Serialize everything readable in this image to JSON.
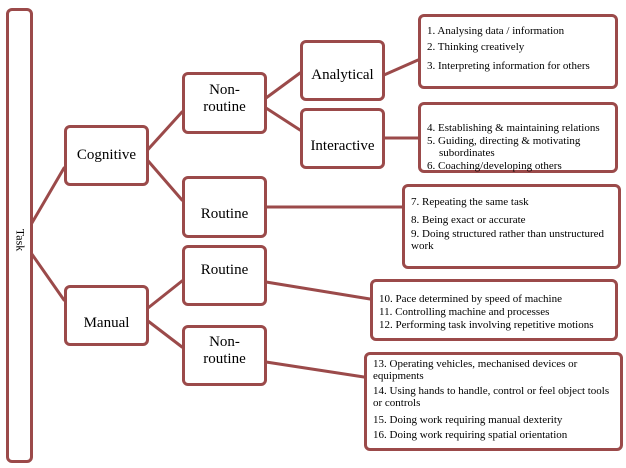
{
  "diagram": {
    "root": {
      "label": "Task"
    },
    "level1": {
      "cognitive": {
        "label": "Cognitive"
      },
      "manual": {
        "label": "Manual"
      }
    },
    "level2": {
      "cognitive_nonroutine": {
        "line1": "Non-",
        "line2": "routine"
      },
      "cognitive_routine": {
        "label": "Routine"
      },
      "manual_routine": {
        "label": "Routine"
      },
      "manual_nonroutine": {
        "line1": "Non-",
        "line2": "routine"
      }
    },
    "level3": {
      "analytical": {
        "label": "Analytical"
      },
      "interactive": {
        "label": "Interactive"
      }
    },
    "lists": {
      "analytical": [
        "1. Analysing data / information",
        "2. Thinking creatively",
        "3. Interpreting  information for others"
      ],
      "interactive": [
        "4. Establishing & maintaining  relations",
        "5.  Guiding, directing  & motivating",
        "subordinates",
        "6. Coaching/developing  others"
      ],
      "cognitive_routine": [
        "7. Repeating  the same task",
        "8. Being exact or accurate",
        "9. Doing structured rather than unstructured work"
      ],
      "manual_routine": [
        "10. Pace determined  by speed of machine",
        "11.  Controlling  machine  and processes",
        "12. Performing  task involving  repetitive  motions"
      ],
      "manual_nonroutine": [
        "13. Operating  vehicles, mechanised devices or equipments",
        "14. Using hands to handle, control or feel object tools or controls",
        "15. Doing work requiring  manual dexterity",
        "16.  Doing work requiring  spatial orientation"
      ]
    },
    "colors": {
      "border": "#9b4a4a",
      "background": "#ffffff",
      "text": "#000000"
    }
  }
}
